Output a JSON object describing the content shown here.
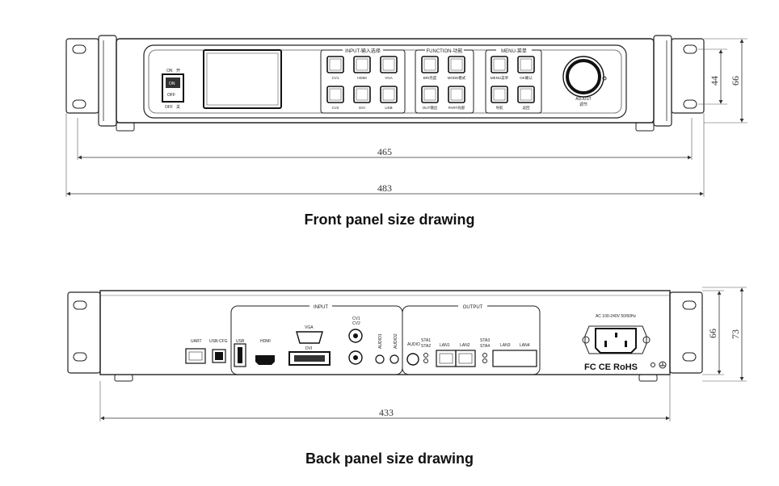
{
  "front": {
    "caption": "Front panel size drawing",
    "switch": {
      "on_top": "ON",
      "on_cn": "开",
      "on": "ON",
      "off": "OFF",
      "off_bottom": "OFF",
      "off_cn": "关"
    },
    "groups": {
      "input": "INPUT-输入选择",
      "function": "FUNCTION-功能",
      "menu": "MENU-菜单"
    },
    "input_labels": [
      "CV1",
      "HDMI",
      "VGA",
      "CV2",
      "DVI",
      "USB"
    ],
    "function_labels": [
      "BRI亮度",
      "MODE模式",
      "OUT输出",
      "PART局部"
    ],
    "menu_labels": [
      "MENU菜单",
      "OK确认",
      "导航",
      "返回"
    ],
    "knob": {
      "label": "ADJUST",
      "label_cn": "调节"
    },
    "dimensions": {
      "width_inner": "465",
      "width_outer": "483",
      "height_inner": "44",
      "height_outer": "66"
    }
  },
  "back": {
    "caption": "Back panel size drawing",
    "groups": {
      "input": "INPUT",
      "output": "OUTPUT"
    },
    "ports": {
      "uart": "UART",
      "usb_cfg": "USB-CFG",
      "usb": "USB",
      "hdmi": "HDMI",
      "vga": "VGA",
      "dvi": "DVI",
      "cv1": "CV1",
      "cv2": "CV2",
      "audio1": "AUDIO1",
      "audio2": "AUDIO2",
      "audio": "AUDIO",
      "sta1": "STA1",
      "sta2": "STA2",
      "sta3": "STA3",
      "sta4": "STA4",
      "lan1": "LAN1",
      "lan2": "LAN2",
      "lan3": "LAN3",
      "lan4": "LAN4"
    },
    "power": {
      "label": "AC 100-240V 50/60Hz",
      "certs": "FC CE RoHS"
    },
    "dimensions": {
      "width": "433",
      "height_inner": "66",
      "height_outer": "73"
    }
  }
}
